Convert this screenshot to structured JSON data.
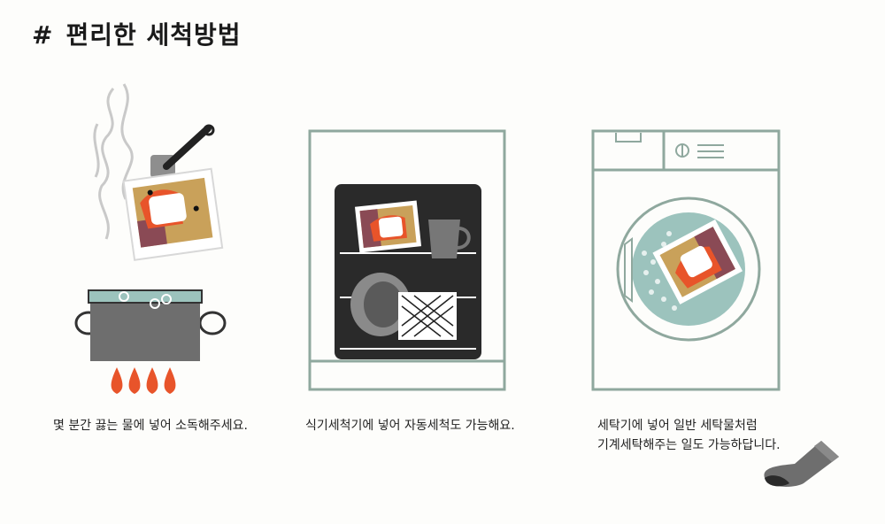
{
  "title": {
    "hash": "#",
    "text": "편리한 세척방법"
  },
  "methods": [
    {
      "caption": "몇 분간 끓는 물에 넣어 소독해주세요."
    },
    {
      "caption": "식기세척기에 넣어 자동세척도 가능해요."
    },
    {
      "caption_line1": "세탁기에 넣어 일반 세탁물처럼",
      "caption_line2": "기계세탁해주는 일도 가능하답니다."
    }
  ],
  "colors": {
    "outline": "#8fa89e",
    "flame": "#e8542a",
    "water": "#9cc3bd",
    "pot": "#6e6e6e",
    "dark": "#2a2a2a",
    "mustard": "#c9a15a",
    "burgundy": "#8a4a55"
  }
}
